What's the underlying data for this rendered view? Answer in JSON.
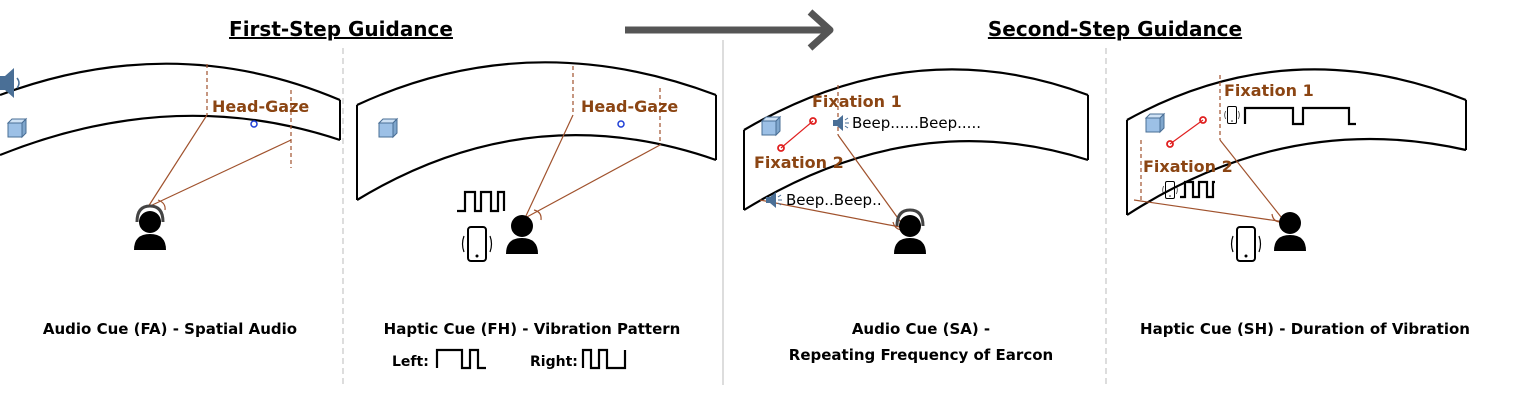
{
  "headers": {
    "first": "First-Step Guidance",
    "second": "Second-Step Guidance"
  },
  "panels": [
    {
      "caption": "Audio Cue (FA) - Spatial Audio",
      "label": "Head-Gaze"
    },
    {
      "caption": "Haptic Cue (FH) - Vibration Pattern",
      "label": "Head-Gaze",
      "left_label": "Left:",
      "right_label": "Right:"
    },
    {
      "caption_line1": "Audio Cue (SA) -",
      "caption_line2": "Repeating Frequency of Earcon",
      "fixation1": "Fixation 1",
      "fixation2": "Fixation 2",
      "beep_top": "Beep......Beep.....",
      "beep_bottom": "Beep..Beep.."
    },
    {
      "caption": "Haptic Cue (SH) - Duration of Vibration",
      "fixation1": "Fixation 1",
      "fixation2": "Fixation 2"
    }
  ],
  "colors": {
    "accent": "#8B4513",
    "cube": "#9cc0e6",
    "fixation": "#e02020",
    "gaze_dot": "#1f3fd6"
  },
  "icons": [
    "speaker-icon",
    "cube-target-icon",
    "user-headphones-icon",
    "user-icon",
    "phone-vibration-icon",
    "vibration-pulse-icon",
    "arrow-right-icon"
  ]
}
